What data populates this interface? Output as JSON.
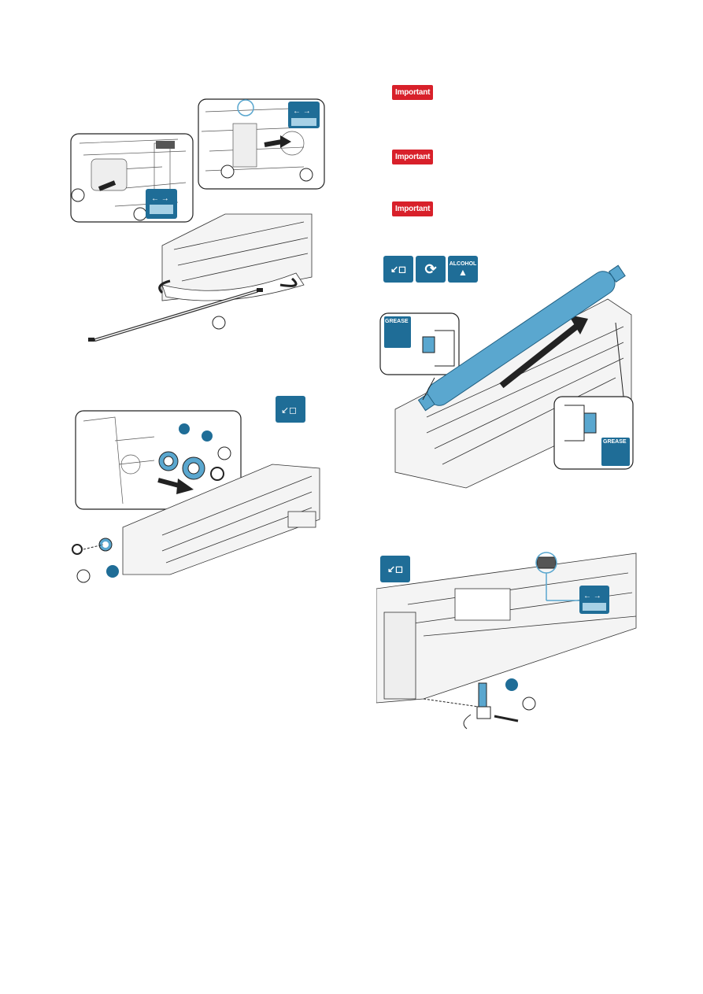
{
  "badges": {
    "important_1": "Important",
    "important_2": "Important",
    "important_3": "Important"
  },
  "icons": {
    "remove": "remove-icon",
    "rotate": "rotate-icon",
    "alcohol_label": "ALCOHOL",
    "grease_label_1": "GREASE",
    "grease_label_2": "GREASE",
    "connector": "connector-icon"
  },
  "colors": {
    "accent": "#1f6d97",
    "important": "#d8202a",
    "part": "#5aa7cf"
  }
}
